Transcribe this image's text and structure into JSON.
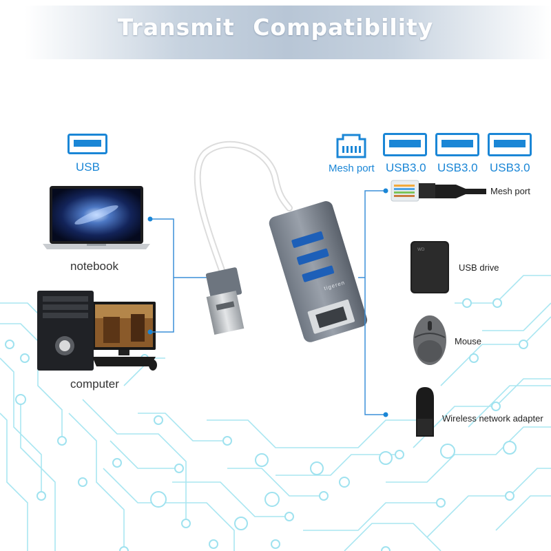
{
  "title": "Transmit   Compatibility",
  "left": {
    "usb_label": "USB",
    "notebook_label": "notebook",
    "computer_label": "computer"
  },
  "ports": {
    "mesh_label": "Mesh port",
    "usb1_label": "USB3.0",
    "usb2_label": "USB3.0",
    "usb3_label": "USB3.0"
  },
  "devices": {
    "mesh_port": "Mesh port",
    "usb_drive": "USB drive",
    "mouse": "Mouse",
    "wireless": "Wireless network adapter"
  },
  "hub": {
    "brand": "tigeren"
  },
  "colors": {
    "accent": "#1a86d6",
    "line": "#3a8fd8",
    "circuit": "#8fe0ee"
  }
}
